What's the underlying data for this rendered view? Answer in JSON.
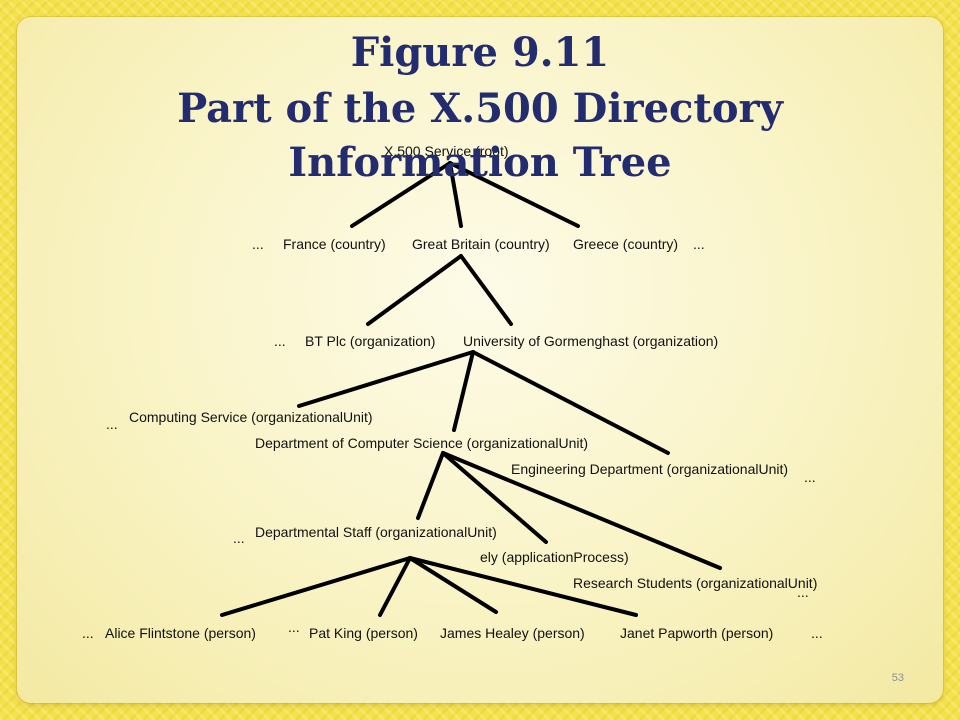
{
  "slide": {
    "title_line1": "Figure 9.11",
    "title_line2": "Part of the X.500 Directory",
    "title_line3": "Information Tree",
    "page_number": "53"
  },
  "tree": {
    "root": "X.500 Service (root)",
    "country_ellipsis_left": "...",
    "country_france": "France (country)",
    "country_gb": "Great Britain (country)",
    "country_greece": "Greece (country)",
    "country_ellipsis_right": "...",
    "org_ellipsis": "...",
    "org_bt": "BT Plc (organization)",
    "org_gormenghast": "University of Gormenghast (organization)",
    "ou_ellipsis": "...",
    "ou_computing_service": "Computing Service (organizationalUnit)",
    "ou_dept_cs": "Department of Computer Science (organizationalUnit)",
    "ou_engineering": "Engineering Department (organizationalUnit)",
    "ou_engineering_ellipsis": "...",
    "cs_ellipsis": "...",
    "cs_staff": "Departmental Staff (organizationalUnit)",
    "cs_ely": "ely (applicationProcess)",
    "cs_research": "Research Students (organizationalUnit)",
    "cs_research_ellipsis": "...",
    "person_ellipsis_left": "...",
    "person_alice": "Alice Flintstone (person)",
    "person_ellipsis_mid": "...",
    "person_pat": "Pat King (person)",
    "person_james": "James Healey (person)",
    "person_janet": "Janet Papworth (person)",
    "person_ellipsis_right": "..."
  }
}
